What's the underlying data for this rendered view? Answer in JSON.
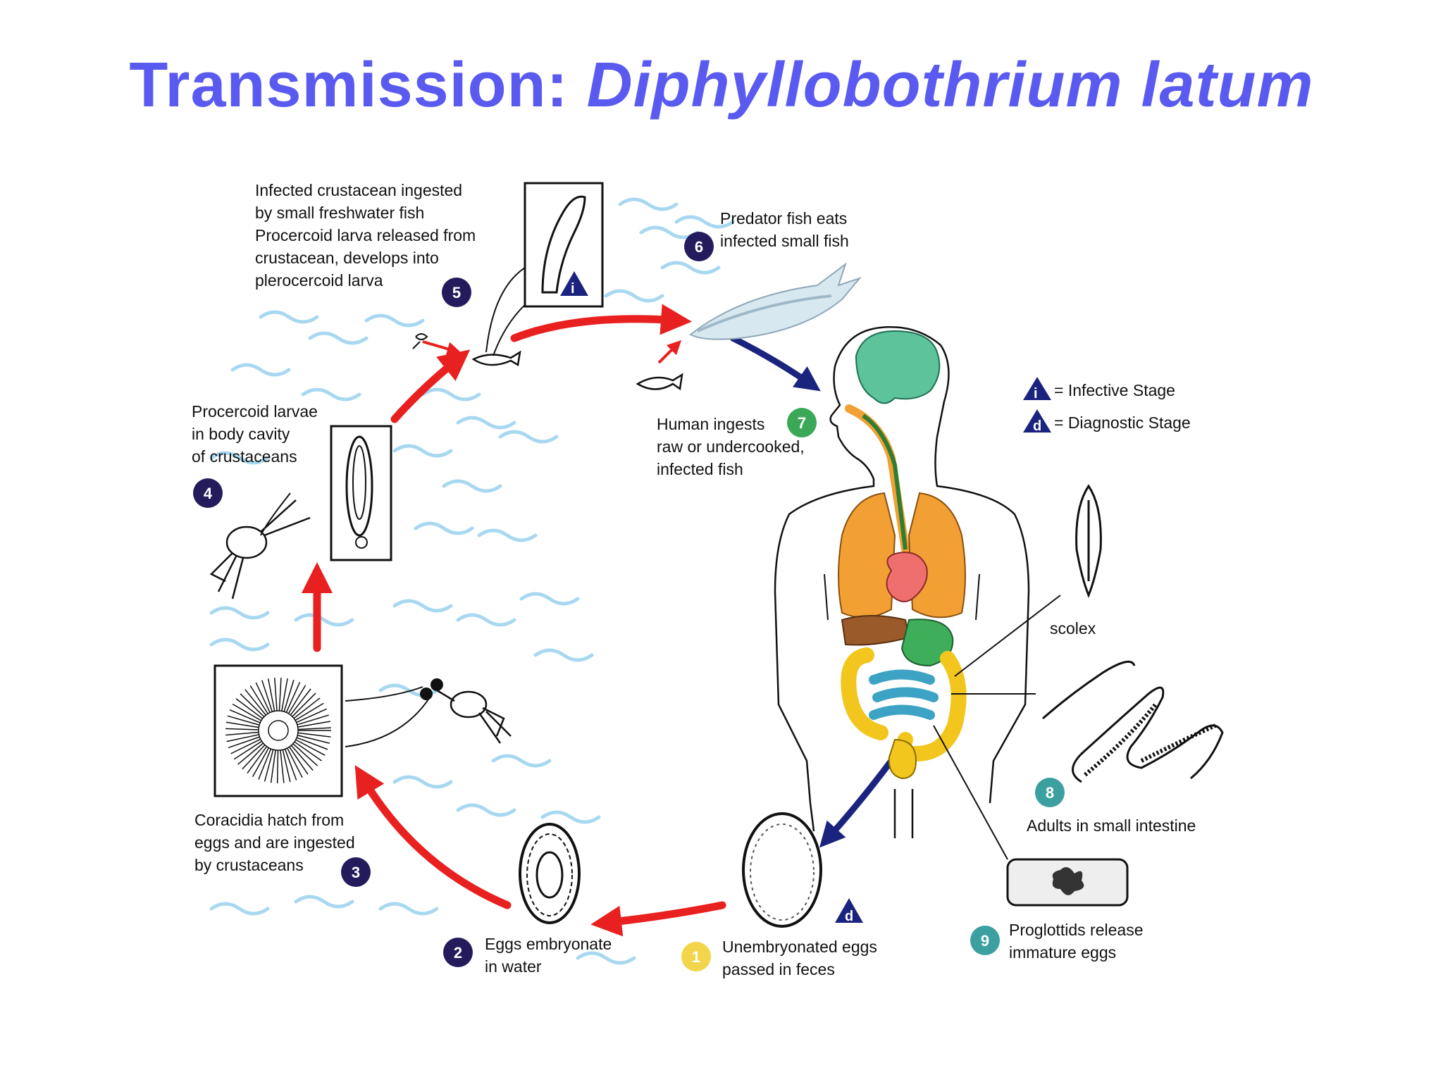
{
  "title": {
    "main": "Transmission: ",
    "species": "Diphyllobothrium latum"
  },
  "legend": {
    "infective_symbol": "i",
    "infective_label": "= Infective Stage",
    "diagnostic_symbol": "d",
    "diagnostic_label": "= Diagnostic Stage"
  },
  "steps": {
    "s1": {
      "num": "1",
      "lines": [
        "Unembryonated eggs",
        "passed in feces"
      ]
    },
    "s2": {
      "num": "2",
      "lines": [
        "Eggs embryonate",
        "in water"
      ]
    },
    "s3": {
      "num": "3",
      "lines": [
        "Coracidia hatch from",
        "eggs and are ingested",
        "by crustaceans"
      ]
    },
    "s4": {
      "num": "4",
      "lines": [
        "Procercoid larvae",
        "in body cavity",
        "of crustaceans"
      ]
    },
    "s5": {
      "num": "5",
      "lines": [
        "Infected crustacean ingested",
        "by small freshwater fish",
        "Procercoid larva released from",
        "crustacean, develops into",
        "plerocercoid larva"
      ]
    },
    "s6": {
      "num": "6",
      "lines": [
        "Predator fish eats",
        "infected small fish"
      ]
    },
    "s7": {
      "num": "7",
      "lines": [
        "Human ingests",
        "raw or undercooked,",
        "infected fish"
      ]
    },
    "s8": {
      "num": "8",
      "lines": [
        "Adults in small intestine"
      ]
    },
    "s9": {
      "num": "9",
      "lines": [
        "Proglottids release",
        "immature eggs"
      ]
    }
  },
  "scolex_label": "scolex",
  "colors": {
    "title": "#5a5af0",
    "cycle_arrow": "#e8201f",
    "human_arrow": "#1a237e",
    "step_badge": "#241b5c",
    "badge_7": "#3aa857",
    "badge_1": "#f2d54a",
    "badge_8_9": "#3c9fa0",
    "water": "#a8d8f0",
    "brain": "#5dc39b",
    "lungs": "#f2a033",
    "heart": "#ef6f6f",
    "intestine": "#f2c61c",
    "colon": "#3da3c4"
  }
}
